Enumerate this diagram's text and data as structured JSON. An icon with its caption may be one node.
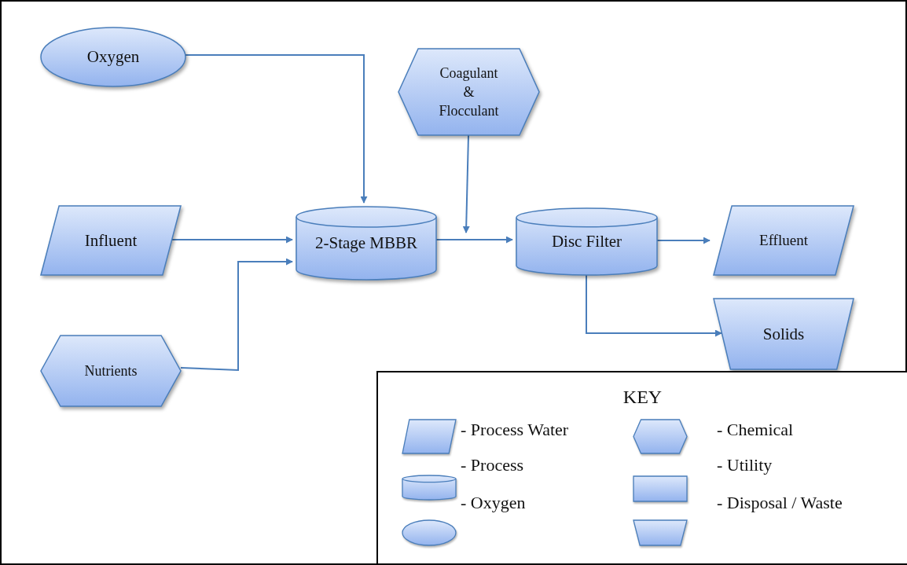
{
  "diagram": {
    "nodes": [
      {
        "text": [
          "Oxygen"
        ]
      },
      {
        "text": [
          "Coagulant & Flocculant"
        ]
      },
      {
        "text": [
          "Influent"
        ]
      },
      {
        "text": [
          "2-Stage MBBR"
        ]
      },
      {
        "text": [
          "Disc Filter"
        ]
      },
      {
        "text": [
          "Effluent"
        ]
      },
      {
        "text": [
          "Solids"
        ]
      },
      {
        "text": [
          "Nutrients"
        ]
      }
    ],
    "edges": [
      {
        "from": 0,
        "to": 3,
        "arrow": "to"
      },
      {
        "from": 2,
        "to": 3,
        "arrow": "to"
      },
      {
        "from": 7,
        "to": 3,
        "arrow": "to"
      },
      {
        "from": 3,
        "to": 4,
        "arrow": "to"
      },
      {
        "from": 1,
        "to": null,
        "arrow": "to"
      },
      {
        "from": 4,
        "to": 5,
        "arrow": "to"
      },
      {
        "from": 4,
        "to": 6,
        "arrow": "to"
      }
    ],
    "labels": [
      "KEY"
    ],
    "legend": [
      {
        "text": "- Process Water"
      },
      {
        "text": "- Chemical"
      },
      {
        "text": "- Process"
      },
      {
        "text": "- Utility"
      },
      {
        "text": "- Oxygen"
      },
      {
        "text": "- Disposal / Waste"
      }
    ]
  }
}
